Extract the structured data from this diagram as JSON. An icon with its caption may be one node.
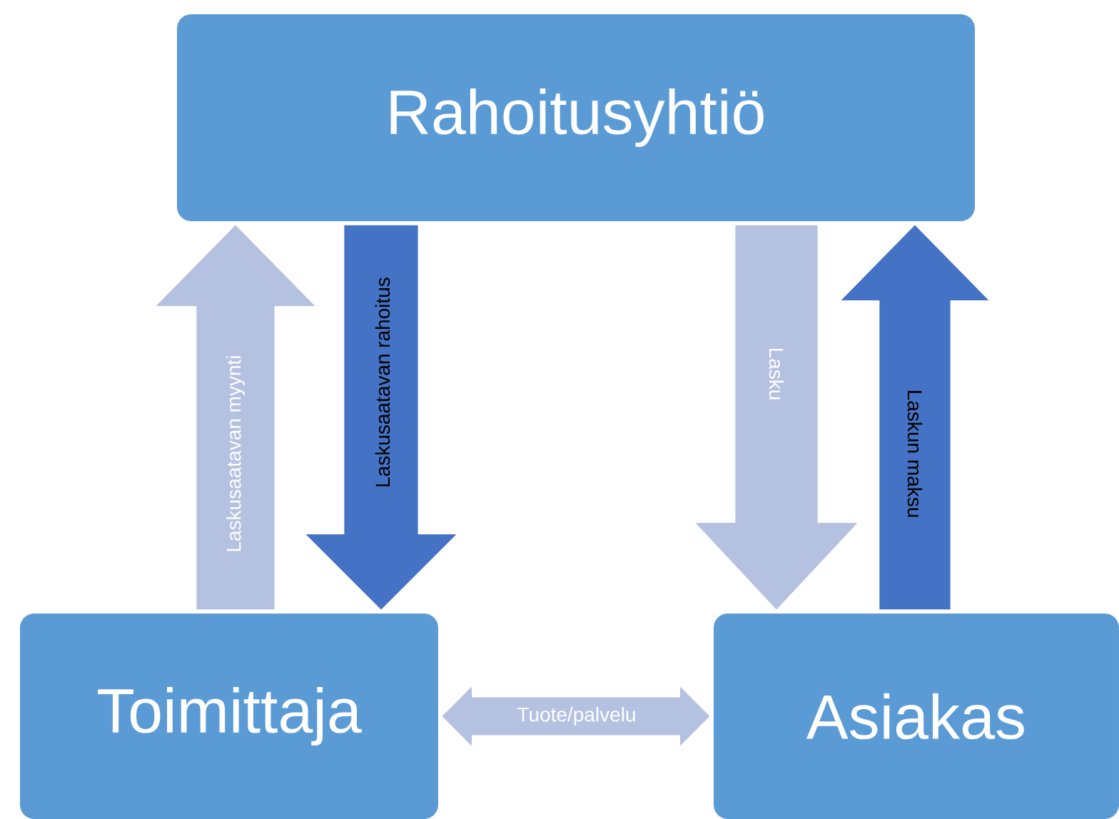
{
  "diagram": {
    "nodes": [
      {
        "text": [
          "Rahoitusyhtiö"
        ]
      },
      {
        "text": [
          "Toimittaja"
        ]
      },
      {
        "text": [
          "Asiakas"
        ]
      }
    ],
    "edges": [
      {
        "from": 1,
        "to": 0,
        "arrow": "to",
        "label": "Laskusaatavan myynti",
        "color": "#b4c1e1"
      },
      {
        "from": 0,
        "to": 1,
        "arrow": "to",
        "label": "Laskusaatavan rahoitus",
        "color": "#4472c4"
      },
      {
        "from": 0,
        "to": 2,
        "arrow": "to",
        "label": "Lasku",
        "color": "#b4c1e1"
      },
      {
        "from": 2,
        "to": 0,
        "arrow": "to",
        "label": "Laskun maksu",
        "color": "#4472c4"
      },
      {
        "from": 1,
        "to": 2,
        "arrow": "both",
        "label": "Tuote/palvelu",
        "color": "#b4c1e1"
      }
    ]
  }
}
